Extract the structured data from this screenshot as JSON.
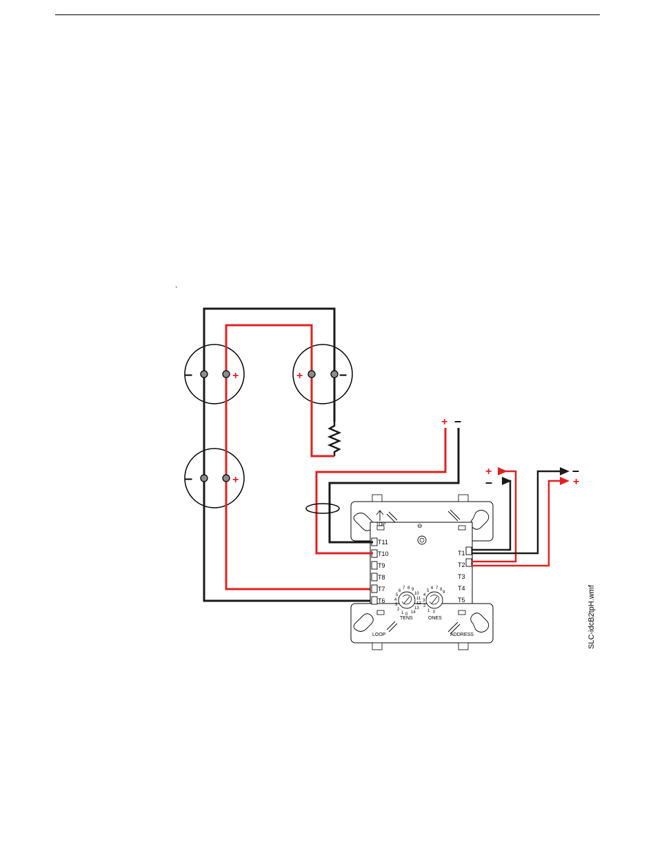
{
  "figure": {
    "file_label": "SLC-idcB2tpH.wmf",
    "stray_mark": "`"
  },
  "polarity": {
    "plus": "+",
    "minus": "–"
  },
  "module": {
    "terminals_left": [
      "T11",
      "T10",
      "T9",
      "T8",
      "T7",
      "T6"
    ],
    "terminals_right": [
      "T1",
      "T2",
      "T3",
      "T4",
      "T5"
    ],
    "top_label": "TOP",
    "loop_label": "LOOP",
    "address_label": "ADDRESS",
    "tens_label": "TENS",
    "ones_label": "ONES",
    "tens_digits": [
      "0",
      "1",
      "2",
      "3",
      "4",
      "5",
      "6",
      "7",
      "8",
      "9",
      "10",
      "11",
      "12",
      "13",
      "14"
    ],
    "ones_digits": [
      "0",
      "1",
      "2",
      "3",
      "4",
      "5",
      "6",
      "7",
      "8",
      "9"
    ]
  },
  "colors": {
    "positive_wire": "#e02020",
    "negative_wire": "#1a1a1a",
    "terminal_dot": "#8c8c8c"
  }
}
